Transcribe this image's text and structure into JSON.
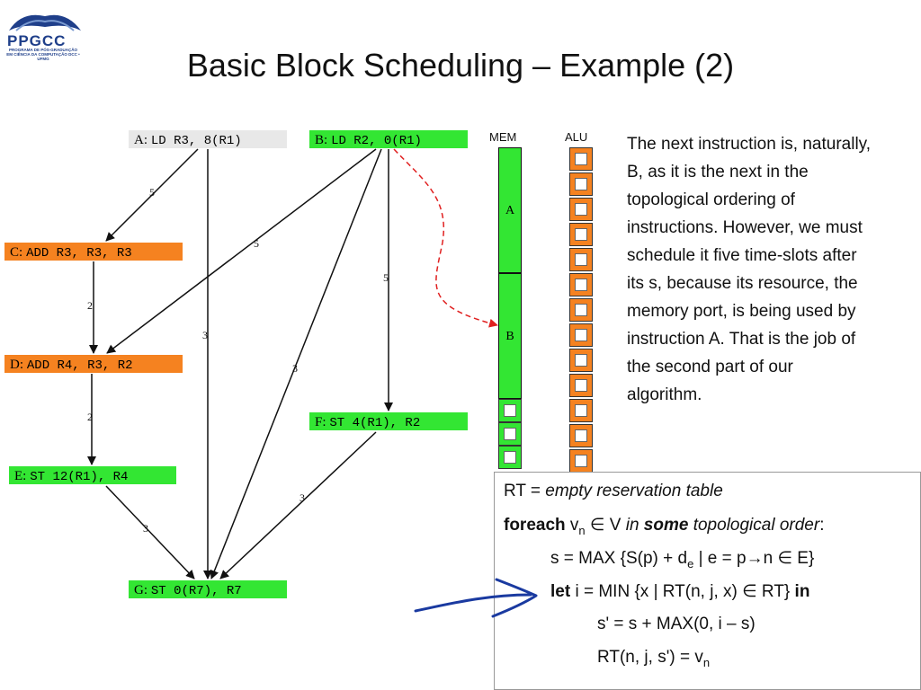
{
  "logo": {
    "text": "PPGCC",
    "subtitle": "PROGRAMA DE PÓS-GRADUAÇÃO EM CIÊNCIA DA COMPUTAÇÃO DCC • UFMG"
  },
  "title": "Basic Block Scheduling – Example (2)",
  "nodes": {
    "A": {
      "label": "A:",
      "code": "LD R3, 8(R1)"
    },
    "B": {
      "label": "B:",
      "code": "LD R2, 0(R1)"
    },
    "C": {
      "label": "C:",
      "code": "ADD R3, R3, R3"
    },
    "D": {
      "label": "D:",
      "code": "ADD R4, R3, R2"
    },
    "E": {
      "label": "E:",
      "code": "ST 12(R1), R4"
    },
    "F": {
      "label": "F:",
      "code": "ST 4(R1), R2"
    },
    "G": {
      "label": "G:",
      "code": "ST 0(R7), R7"
    }
  },
  "edges": {
    "A_C": "5",
    "A_G": "3",
    "B_D": "5",
    "B_G": "3",
    "B_F": "5",
    "C_D": "2",
    "D_E": "2",
    "E_G": "3",
    "F_G": "3"
  },
  "reservation": {
    "mem_header": "MEM",
    "alu_header": "ALU",
    "mem_a": "A",
    "mem_b": "B"
  },
  "description": "The next instruction is, naturally, B, as it is the next in the topological ordering of instructions. However, we must schedule it five time-slots after its s, because its resource, the memory port, is being used by instruction A. That is the job of the second part of our algorithm.",
  "algorithm": {
    "l1_a": "RT = ",
    "l1_b": "empty reservation table",
    "l2_a": "foreach",
    "l2_b": " v",
    "l2_sub": "n",
    "l2_c": " ∈ V ",
    "l2_d": "in ",
    "l2_e": "some",
    "l2_f": " topological order",
    "l2_g": ":",
    "l3_a": "s = MAX {S(p) + d",
    "l3_sub": "e",
    "l3_b": " | e = p→n ∈ E}",
    "l4_a": "let",
    "l4_b": " i = MIN {x | RT(n, j, x) ∈ RT} ",
    "l4_c": "in",
    "l5": "s' = s + MAX(0, i – s)",
    "l6_a": "RT(n, j, s') = v",
    "l6_sub": "n"
  },
  "colors": {
    "green": "#33e633",
    "orange": "#f58220",
    "gray": "#e8e8e8",
    "red_arrow": "#e02020",
    "pen": "#1a3aa0"
  }
}
